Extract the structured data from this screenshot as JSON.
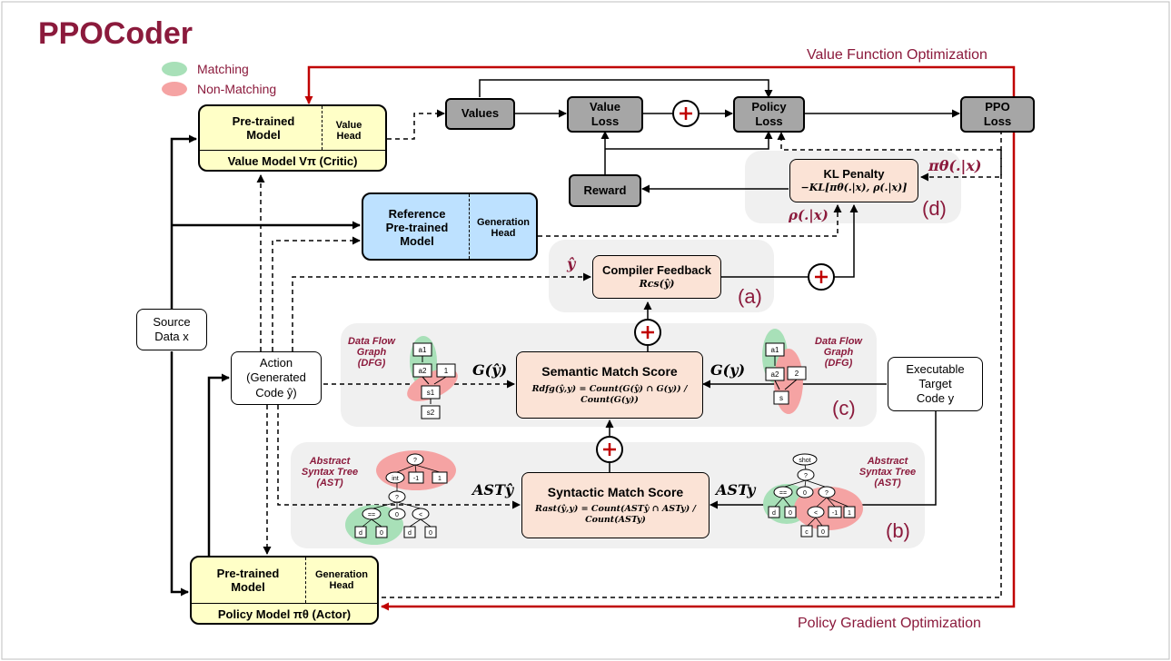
{
  "title": "PPOCoder",
  "legend": [
    {
      "label": "Matching",
      "color": "#a8e0b8"
    },
    {
      "label": "Non-Matching",
      "color": "#f5a3a3"
    }
  ],
  "loops": {
    "value_opt": "Value Function Optimization",
    "policy_opt": "Policy Gradient Optimization"
  },
  "nodes": {
    "values": "Values",
    "value_loss": "Value\nLoss",
    "policy_loss": "Policy\nLoss",
    "ppo_loss": "PPO\nLoss",
    "reward": "Reward",
    "kl_title": "KL Penalty",
    "kl_formula": "−KL[πθ(.|x), ρ(.|x)]",
    "pi_label": "πθ(.|x)",
    "rho_label": "ρ(.|x)",
    "critic_model": "Pre-trained\nModel",
    "critic_head": "Value\nHead",
    "critic_name": "Value Model Vπ (Critic)",
    "ref_model": "Reference\nPre-trained\nModel",
    "ref_head": "Generation\nHead",
    "compiler_title": "Compiler Feedback",
    "compiler_formula": "Rcs(ŷ)",
    "y_hat": "ŷ",
    "semantic_title": "Semantic Match Score",
    "semantic_formula": "Rdfg(ŷ,y) = Count(G(ŷ) ∩ G(y)) / Count(G(y))",
    "syntactic_title": "Syntactic Match Score",
    "syntactic_formula": "Rast(ŷ,y) = Count(ASTŷ ∩ ASTy) / Count(ASTy)",
    "source": "Source\nData x",
    "action": "Action\n(Generated\nCode ŷ)",
    "target": "Executable\nTarget\nCode y",
    "actor_model": "Pre-trained\nModel",
    "actor_head": "Generation\nHead",
    "actor_name": "Policy Model πθ (Actor)",
    "g_yhat": "G(ŷ)",
    "g_y": "G(y)",
    "ast_yhat": "ASTŷ",
    "ast_y": "ASTy",
    "dfg_label": "Data Flow\nGraph\n(DFG)",
    "ast_label": "Abstract\nSyntax Tree\n(AST)",
    "tag_a": "(a)",
    "tag_b": "(b)",
    "tag_c": "(c)",
    "tag_d": "(d)"
  },
  "dfg_left": [
    "a1",
    "a2",
    "1",
    "s1",
    "s2"
  ],
  "dfg_right": [
    "a1",
    "a2",
    "2",
    "s"
  ],
  "ast_left": [
    "?",
    "int",
    "-1",
    "1",
    "?",
    "==",
    "0",
    "<",
    "d",
    "0",
    "d",
    "0"
  ],
  "ast_right": [
    "shot",
    "?",
    "==",
    "0",
    "?",
    "<",
    "-1",
    "1",
    "d",
    "0",
    "c",
    "0"
  ]
}
